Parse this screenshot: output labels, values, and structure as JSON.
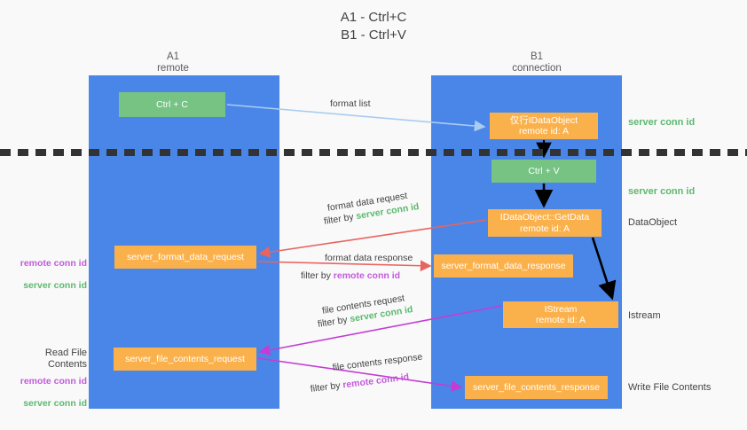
{
  "title": "A1 - Ctrl+C\nB1 - Ctrl+V",
  "columns": {
    "left": {
      "header": "A1\nremote"
    },
    "right": {
      "header": "B1\nconnection"
    }
  },
  "nodes": {
    "ctrl_c": "Ctrl + C",
    "idataobject": "仅行IDataObject\nremote id: A",
    "ctrl_v": "Ctrl + V",
    "getdata": "IDataObject::GetData\nremote id: A",
    "format_data_request": "server_format_data_request",
    "format_data_response": "server_format_data_response",
    "istream": "IStream\nremote id: A",
    "file_contents_request": "server_file_contents_request",
    "file_contents_response": "server_file_contents_response"
  },
  "edges": {
    "format_list": "format list",
    "format_data_request": "format data request",
    "format_data_request_filter_prefix": "filter by ",
    "format_data_request_filter_value": "server conn id",
    "format_data_response": "format data response",
    "format_data_response_filter_prefix": "filter by ",
    "format_data_response_filter_value": "remote conn id",
    "file_contents_request": "file contents request",
    "file_contents_request_filter_prefix": "filter by ",
    "file_contents_request_filter_value": "server conn id",
    "file_contents_response": "file contents response",
    "file_contents_response_filter_prefix": "filter by ",
    "file_contents_response_filter_value": "remote conn id"
  },
  "annotations": {
    "server_conn_id_top": "server conn id",
    "server_conn_id_mid": "server conn id",
    "dataobject": "DataObject",
    "istream": "Istream",
    "write_file_contents": "Write File Contents",
    "read_file_contents": "Read File Contents",
    "remote_conn_id_1": "remote conn id",
    "server_conn_id_1": "server conn id",
    "remote_conn_id_2": "remote conn id",
    "server_conn_id_2": "server conn id"
  },
  "colors": {
    "lane": "#4a86e8",
    "green_node": "#76c384",
    "orange_node": "#fbb14b",
    "server_conn_id": "#5bb96e",
    "remote_conn_id": "#c25bdc",
    "arrow_light_blue": "#a9ccf0",
    "arrow_red": "#e8645f",
    "arrow_magenta": "#c33dd4",
    "arrow_black": "#000000",
    "background": "#f9f9f9"
  }
}
